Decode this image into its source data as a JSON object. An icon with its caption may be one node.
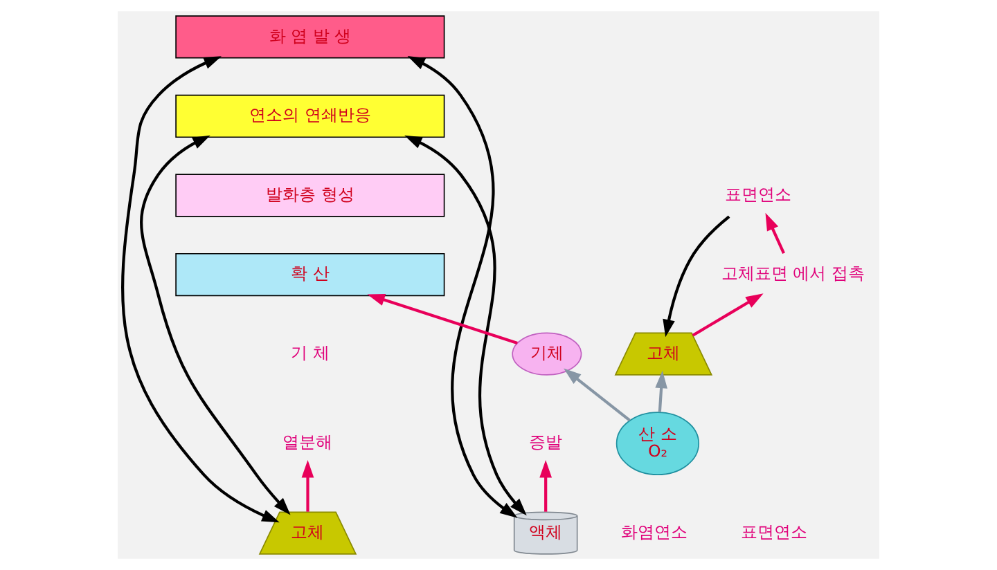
{
  "diagram": {
    "nodes": [
      {
        "text": [
          "화 염 발 생"
        ]
      },
      {
        "text": [
          "연소의 연쇄반응"
        ]
      },
      {
        "text": [
          "발화층 형성"
        ]
      },
      {
        "text": [
          "확 산"
        ]
      },
      {
        "text": [
          "기 체"
        ]
      },
      {
        "text": [
          "열분해"
        ]
      },
      {
        "text": [
          "증발"
        ]
      },
      {
        "text": [
          "고체"
        ]
      },
      {
        "text": [
          "액체"
        ]
      },
      {
        "text": [
          "기체"
        ]
      },
      {
        "text": [
          "산 소",
          "O₂"
        ]
      },
      {
        "text": [
          "고체표면 에서 접촉"
        ]
      },
      {
        "text": [
          "표면연소"
        ]
      },
      {
        "text": [
          "고체"
        ]
      }
    ],
    "edges": [
      {
        "from": 7,
        "to": 5,
        "arrow": "to"
      },
      {
        "from": 8,
        "to": 6,
        "arrow": "to"
      },
      {
        "from": 9,
        "to": 3,
        "arrow": "to"
      },
      {
        "from": 10,
        "to": 9,
        "arrow": "to",
        "color": "#8796a5"
      },
      {
        "from": 10,
        "to": 13,
        "arrow": "to",
        "color": "#8796a5"
      },
      {
        "from": 13,
        "to": 11,
        "arrow": "to"
      },
      {
        "from": 11,
        "to": 12,
        "arrow": "to"
      },
      {
        "from": 0,
        "to": 7,
        "arrow": "both",
        "color": "#000000"
      },
      {
        "from": 0,
        "to": 8,
        "arrow": "both",
        "color": "#000000"
      },
      {
        "from": 1,
        "to": 7,
        "arrow": "both",
        "color": "#000000"
      },
      {
        "from": 1,
        "to": 8,
        "arrow": "both",
        "color": "#000000"
      },
      {
        "from": 12,
        "to": 13,
        "arrow": "to",
        "color": "#000000"
      }
    ],
    "labels": [
      "화염연소",
      "표면연소"
    ]
  }
}
